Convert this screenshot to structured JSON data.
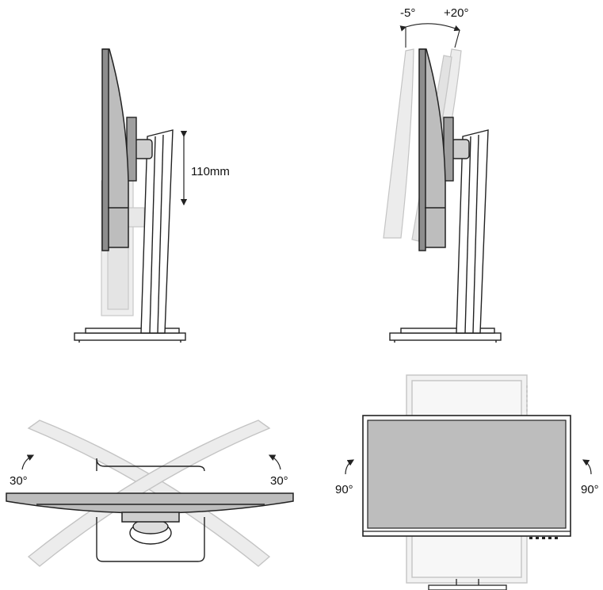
{
  "panels": {
    "height": {
      "range_label": "110mm"
    },
    "tilt": {
      "backward_label": "-5°",
      "forward_label": "+20°"
    },
    "swivel": {
      "left_label": "30°",
      "right_label": "30°"
    },
    "pivot": {
      "left_label": "90°",
      "right_label": "90°"
    }
  },
  "colors": {
    "outline": "#222222",
    "monitor_fill": "#bdbdbd",
    "ghost_fill": "#ececec",
    "ghost_stroke": "#c4c4c4"
  }
}
